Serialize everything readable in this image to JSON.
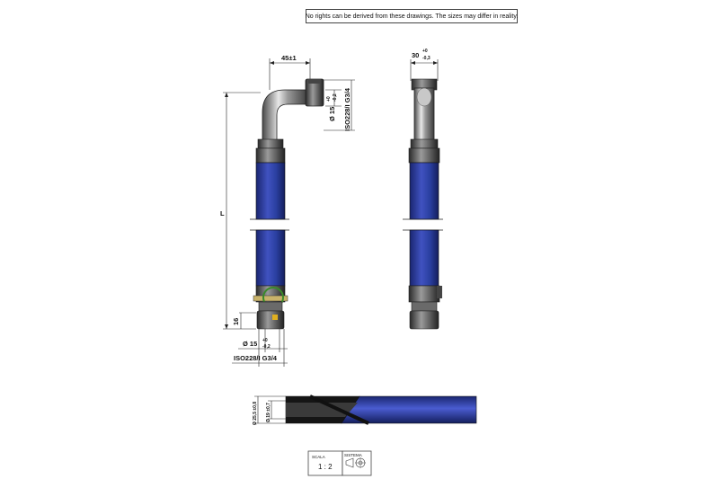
{
  "disclaimer": "No rights can be derived from these drawings. The sizes may differ in reality.",
  "front_view": {
    "elbow_offset": "45±1",
    "length_label": "L",
    "bottom_height": "16",
    "top_diameter": "Ø 15",
    "top_diameter_tol_plus": "+0",
    "top_diameter_tol_minus": "-0,2",
    "top_thread": "ISO228/I G3/4",
    "bottom_diameter": "Ø 15",
    "bottom_diameter_tol_plus": "+0",
    "bottom_diameter_tol_minus": "-0,2",
    "bottom_thread": "ISO228/I G3/4"
  },
  "side_view": {
    "width": "30",
    "width_tol_plus": "+0",
    "width_tol_minus": "-0,3"
  },
  "hose_section": {
    "outer_diameter": "Ø 25,5 ±0,8",
    "inner_diameter": "Ø 19 ±0,7"
  },
  "title_block": {
    "scale_label": "SCALA",
    "scale_value": "1 : 2",
    "system_label": "SISTEMA"
  },
  "colors": {
    "hose_blue": "#2a3fa0",
    "hose_black": "#151515",
    "line": "#222222"
  }
}
